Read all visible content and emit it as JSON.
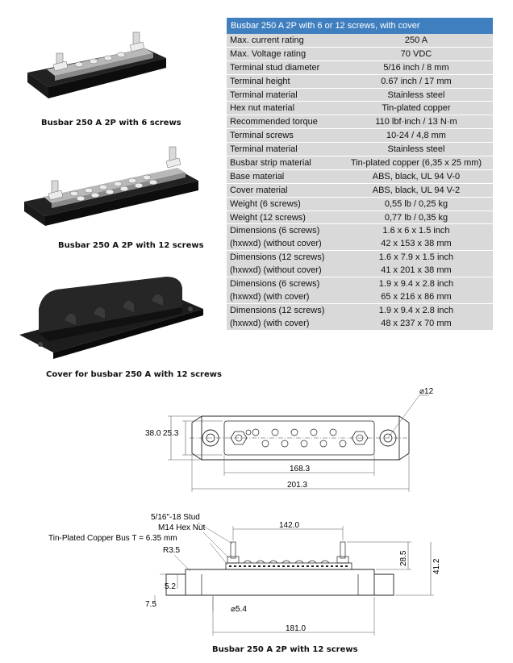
{
  "products": [
    {
      "caption": "Busbar 250 A 2P with 6 screws"
    },
    {
      "caption": "Busbar 250 A 2P with 12 screws"
    },
    {
      "caption": "Cover for busbar 250 A with 12 screws"
    }
  ],
  "spec_table": {
    "title": "Busbar 250 A 2P with 6 or 12 screws, with cover",
    "rows": [
      {
        "label": "Max. current rating",
        "value": "250 A"
      },
      {
        "label": "Max. Voltage rating",
        "value": "70 VDC"
      },
      {
        "label": "Terminal stud diameter",
        "value": "5/16 inch / 8 mm"
      },
      {
        "label": "Terminal height",
        "value": "0.67 inch / 17 mm"
      },
      {
        "label": "Terminal material",
        "value": "Stainless steel"
      },
      {
        "label": "Hex nut material",
        "value": "Tin-plated copper"
      },
      {
        "label": "Recommended torque",
        "value": "110 lbf·inch / 13 N·m"
      },
      {
        "label": "Terminal screws",
        "value": "10-24 / 4,8 mm"
      },
      {
        "label": "Terminal material",
        "value": "Stainless steel"
      },
      {
        "label": "Busbar strip material",
        "value": "Tin-plated copper (6,35 x 25 mm)"
      },
      {
        "label": "Base material",
        "value": "ABS, black, UL 94 V-0"
      },
      {
        "label": "Cover material",
        "value": "ABS, black, UL 94 V-2"
      },
      {
        "label": "Weight (6 screws)",
        "value": "0,55 lb / 0,25 kg"
      },
      {
        "label": "Weight (12 screws)",
        "value": "0,77 lb / 0,35 kg"
      }
    ],
    "multi_rows": [
      {
        "label1": "Dimensions (6 screws)",
        "label2": "(hxwxd) (without cover)",
        "value1": "1.6 x 6 x 1.5 inch",
        "value2": "42 x 153 x 38 mm"
      },
      {
        "label1": "Dimensions (12 screws)",
        "label2": "(hxwxd) (without cover)",
        "value1": "1.6 x 7.9 x 1.5 inch",
        "value2": "41 x 201 x 38 mm"
      },
      {
        "label1": "Dimensions (6 screws)",
        "label2": "(hxwxd) (with cover)",
        "value1": "1.9 x 9.4 x 2.8 inch",
        "value2": "65 x 216 x 86 mm"
      },
      {
        "label1": "Dimensions (12 screws)",
        "label2": "(hxwxd) (with cover)",
        "value1": "1.9 x 9.4 x 2.8 inch",
        "value2": "48 x 237 x 70 mm"
      }
    ]
  },
  "top_view": {
    "hole_dia": "⌀12",
    "height_outer": "38.0",
    "height_inner": "25.3",
    "inner_length": "168.3",
    "outer_length": "201.3"
  },
  "side_view": {
    "stud_label": "5/16\"-18 Stud",
    "nut_label": "M14 Hex Nut",
    "bus_label": "Tin-Plated Copper Bus T = 6.35 mm",
    "radius_label": "R3.5",
    "stud_spacing": "142.0",
    "height_upper": "28.5",
    "height_total": "41.2",
    "dim_base": "5.2",
    "dim_foot": "7.5",
    "dim_hole": "⌀5.4",
    "length": "181.0"
  },
  "drawing_caption": "Busbar 250 A 2P with 12 screws"
}
